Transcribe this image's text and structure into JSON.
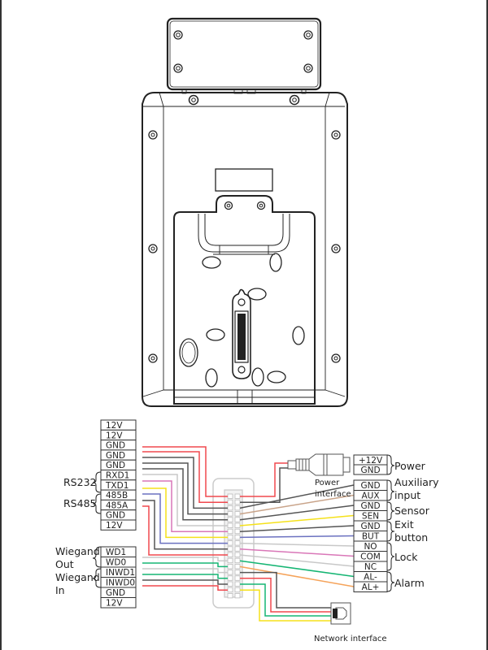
{
  "left_terminals": [
    "12V",
    "12V",
    "GND",
    "GND",
    "GND",
    "RXD1",
    "TXD1",
    "485B",
    "485A",
    "GND",
    "12V"
  ],
  "left_terminals_bottom": [
    "WD1",
    "WD0",
    "INWD1",
    "INWD0",
    "GND",
    "12V"
  ],
  "left_groups": {
    "rs232": "RS232",
    "rs485": "RS485",
    "wiegand_out_1": "Wiegand",
    "wiegand_out_2": "Out",
    "wiegand_in_1": "Wiegand",
    "wiegand_in_2": "In"
  },
  "right_power_terminals": [
    "+12V",
    "GND"
  ],
  "right_terminals": [
    "GND",
    "AUX",
    "GND",
    "SEN",
    "GND",
    "BUT",
    "NO",
    "COM",
    "NC",
    "AL-",
    "AL+"
  ],
  "right_groups": {
    "power": "Power",
    "aux_1": "Auxiliary",
    "aux_2": "input",
    "sensor": "Sensor",
    "exit_1": "Exit",
    "exit_2": "button",
    "lock": "Lock",
    "alarm": "Alarm"
  },
  "connectors": {
    "power_interface_1": "Power",
    "power_interface_2": "interface",
    "network_interface": "Network interface"
  },
  "wire_colors": {
    "red": "#f0484e",
    "black": "#555555",
    "gray": "#c8c8c8",
    "pink": "#d977b8",
    "yellow": "#f5e11a",
    "blue": "#6b71c0",
    "green": "#15b573",
    "orange": "#f5a35a",
    "tan": "#c9a48a"
  }
}
